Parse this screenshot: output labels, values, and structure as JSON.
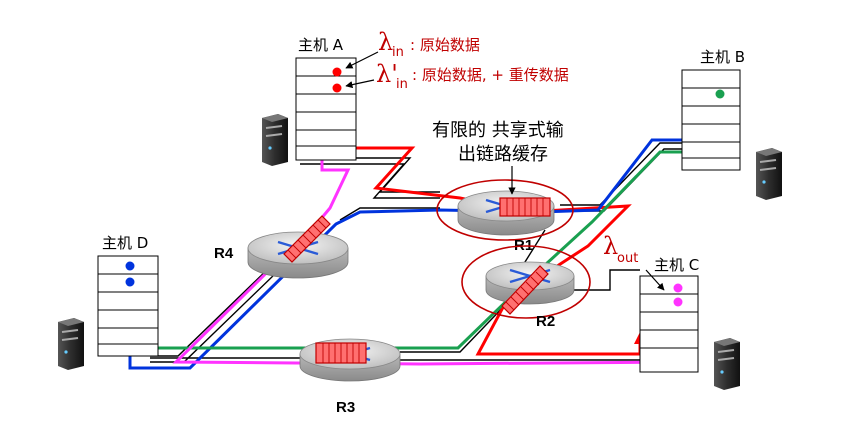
{
  "hosts": {
    "a": {
      "label": "主机 A"
    },
    "b": {
      "label": "主机 B"
    },
    "c": {
      "label": "主机 C"
    },
    "d": {
      "label": "主机 D"
    }
  },
  "routers": {
    "r1": {
      "label": "R1"
    },
    "r2": {
      "label": "R2"
    },
    "r3": {
      "label": "R3"
    },
    "r4": {
      "label": "R4"
    }
  },
  "annotations": {
    "lambda_symbol": "λ",
    "lambda_prime_symbol": "λ'",
    "lambda_in_sub": "in",
    "lambda_in_desc": ": 原始数据",
    "lambda_in_prime_desc": ": 原始数据, + 重传数据",
    "lambda_out_sub": "out",
    "buffer_caption_line1": "有限的 共享式输",
    "buffer_caption_line2": "出链路缓存"
  },
  "colors": {
    "red_flow": "#ff0000",
    "blue_flow": "#0033dd",
    "green_flow": "#1aa050",
    "magenta_flow": "#ff33ff",
    "annotation_red": "#c00000",
    "buffer_fill": "#ff7070"
  }
}
